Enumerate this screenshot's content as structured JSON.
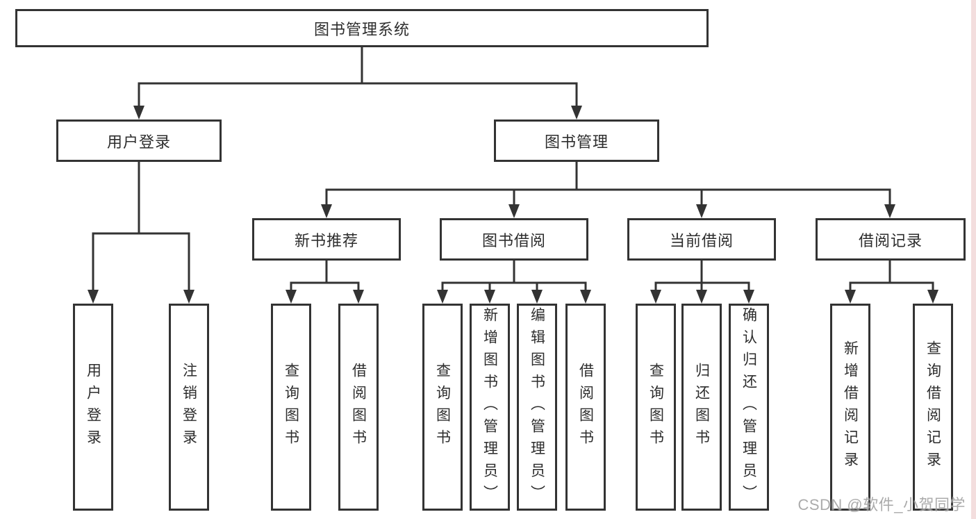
{
  "diagram": {
    "root": {
      "label": "图书管理系统"
    },
    "level2": [
      {
        "label": "用户登录"
      },
      {
        "label": "图书管理"
      }
    ],
    "level3": [
      {
        "label": "新书推荐"
      },
      {
        "label": "图书借阅"
      },
      {
        "label": "当前借阅"
      },
      {
        "label": "借阅记录"
      }
    ],
    "leaves": {
      "user_login": [
        {
          "label": "用户登录"
        },
        {
          "label": "注销登录"
        }
      ],
      "new_book": [
        {
          "label": "查询图书"
        },
        {
          "label": "借阅图书"
        }
      ],
      "book_borrow": [
        {
          "label": "查询图书"
        },
        {
          "label": "新增图书（管理员）"
        },
        {
          "label": "编辑图书（管理员）"
        },
        {
          "label": "借阅图书"
        }
      ],
      "current_borrow": [
        {
          "label": "查询图书"
        },
        {
          "label": "归还图书"
        },
        {
          "label": "确认归还（管理员）"
        }
      ],
      "records": [
        {
          "label": "新增借阅记录"
        },
        {
          "label": "查询借阅记录"
        }
      ]
    }
  },
  "watermark": {
    "text": "CSDN @软件_小贺同学"
  },
  "colors": {
    "line": "#333333",
    "box_border": "#333333",
    "box_fill": "#ffffff",
    "text": "#2d2d2d",
    "watermark": "#969696",
    "edge_band": "#f3dede",
    "background": "#ffffff"
  }
}
